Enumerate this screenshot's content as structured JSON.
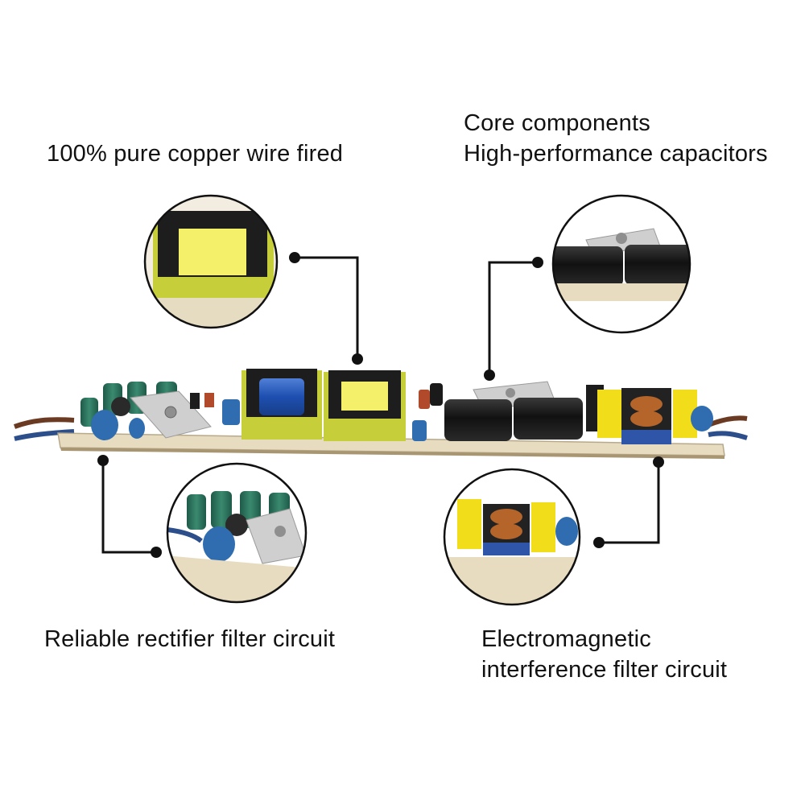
{
  "captions": {
    "copper": "100% pure copper wire fired",
    "core_line1": "Core components",
    "core_line2": "High-performance capacitors",
    "rectifier": "Reliable rectifier filter circuit",
    "emi_line1": "Electromagnetic",
    "emi_line2": "interference filter circuit"
  },
  "colors": {
    "pcb": "#e8dcc0",
    "transformer_bobbin": "#c6cf3a",
    "transformer_core": "#1d1d1d",
    "blue_capacitor": "#2f6db0",
    "green_capacitor": "#2f6f5a",
    "electrolytic": "#1a1a1a",
    "yellow_inductor": "#f2dd1a",
    "copper_coil": "#b5652a",
    "heatsink": "#cfcfcf",
    "wire_brown": "#6b3a22",
    "wire_blue": "#2c4e8a",
    "leader_line": "#111111"
  }
}
